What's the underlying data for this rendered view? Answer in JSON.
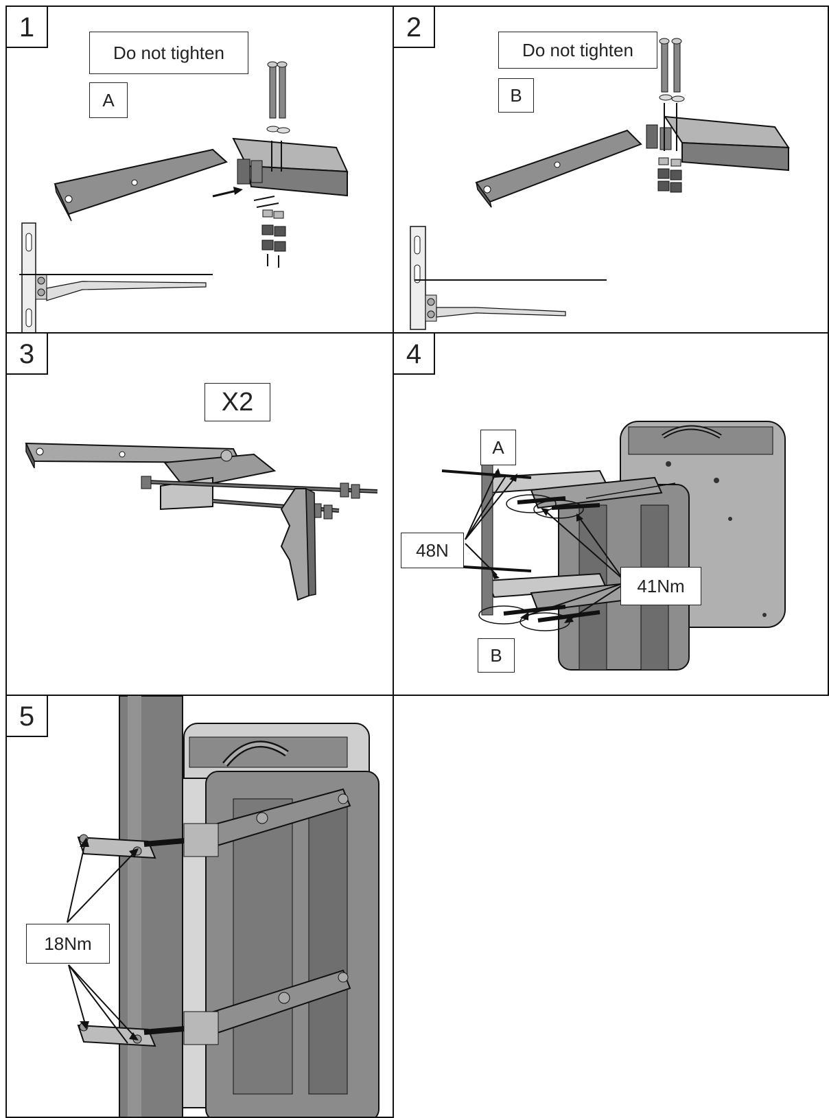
{
  "steps": [
    {
      "number": "1",
      "labels": {
        "note": "Do not tighten",
        "bracket": "A"
      }
    },
    {
      "number": "2",
      "labels": {
        "note": "Do not tighten",
        "bracket": "B"
      }
    },
    {
      "number": "3",
      "labels": {
        "multiplier": "X2"
      }
    },
    {
      "number": "4",
      "labels": {
        "bracket_top": "A",
        "bracket_bottom": "B",
        "torque_clamp": "48N",
        "torque_bolts": "41Nm"
      }
    },
    {
      "number": "5",
      "labels": {
        "torque_pole": "18Nm"
      }
    }
  ],
  "colors": {
    "outline": "#111111",
    "metal": "#9a9a9a",
    "metal_dark": "#5e5e5e",
    "metal_light": "#cfcfcf",
    "pole": "#7d7d7d"
  }
}
